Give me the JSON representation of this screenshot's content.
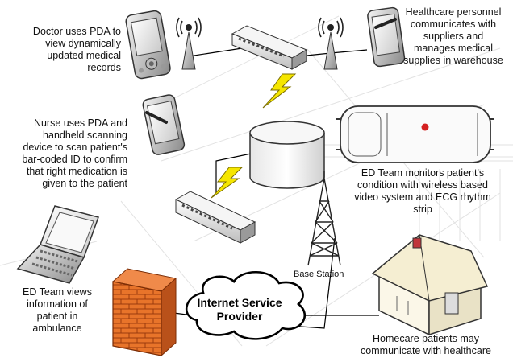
{
  "captions": {
    "doctor": "Doctor uses PDA to\nview dynamically\nupdated medical\nrecords",
    "healthcare_personnel": "Healthcare personnel\ncommunicates with\nsuppliers and\nmanages medical\nsupplies in warehouse",
    "nurse": "Nurse uses PDA and\nhandheld scanning\ndevice to scan patient's\nbar-coded ID to confirm\nthat right medication is\ngiven to the patient",
    "ed_monitor": "ED Team monitors patient's\ncondition with wireless based\nvideo system and ECG rhythm\nstrip",
    "ed_views": "ED Team views\ninformation of\npatient in\nambulance",
    "isp": "Internet Service\nProvider",
    "base_station": "Base Station",
    "homecare": "Homecare patients may\ncommunicate with healthcare"
  },
  "icons": [
    "pda-icon",
    "wifi-antenna-icon",
    "network-switch-icon",
    "lightning-icon",
    "database-icon",
    "ambulance-icon",
    "radio-tower-icon",
    "laptop-icon",
    "firewall-icon",
    "cloud-icon",
    "house-icon"
  ],
  "colors": {
    "firewall": "#e8742a",
    "lightning": "#f5e600",
    "ambulance_light": "#d42020"
  }
}
